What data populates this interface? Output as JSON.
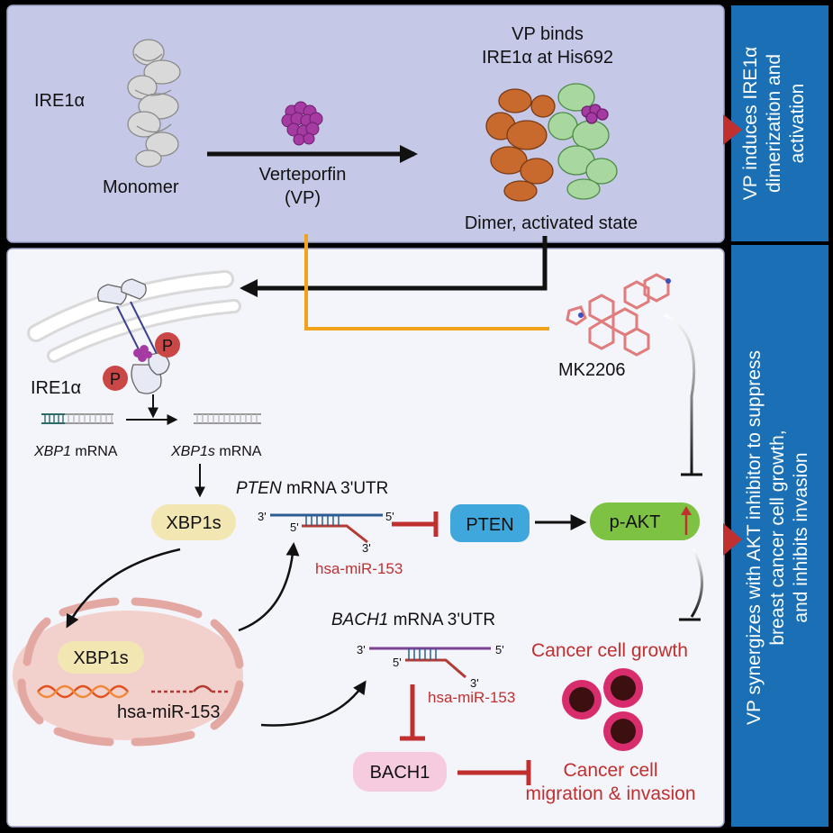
{
  "top_panel": {
    "monomer_label": "IRE1α",
    "monomer_caption": "Monomer",
    "drug_label_1": "Verteporfin",
    "drug_label_2": "(VP)",
    "binding_line_1": "VP binds",
    "binding_line_2": "IRE1α at His692",
    "dimer_caption": "Dimer, activated state"
  },
  "sidebar": {
    "top_lines": [
      "VP induces IRE1α",
      "dimerization and",
      "activation"
    ],
    "bottom_lines": [
      "VP synergizes with AKT inhibitor to suppress",
      "breast cancer cell growth,",
      "and inhibits invasion"
    ]
  },
  "bottom_panel": {
    "ire1_label": "IRE1α",
    "phospho": "P",
    "mk_label": "MK2206",
    "xbp1_mrna_gene": "XBP1",
    "xbp1_mrna_suffix": " mRNA",
    "xbp1s_mrna_gene": "XBP1s",
    "xbp1s_mrna_suffix": " mRNA",
    "pten_utr_gene": "PTEN",
    "pten_utr_suffix": " mRNA 3'UTR",
    "xbp1s_box": "XBP1s",
    "mir_label": "hsa-miR-153",
    "prime3": "3'",
    "prime5": "5'",
    "pten_box": "PTEN",
    "pakt_box": "p-AKT",
    "nucleus_xbp1s": "XBP1s",
    "nucleus_mir": "hsa-miR-153",
    "bach1_utr_gene": "BACH1",
    "bach1_utr_suffix": " mRNA 3'UTR",
    "growth_label": "Cancer cell growth",
    "bach1_box": "BACH1",
    "migration_line_1": "Cancer cell",
    "migration_line_2": "migration & invasion"
  },
  "colors": {
    "panel_bg": "#c5c8e6",
    "sidebar": "#1a6fb5",
    "inhibit_red": "#c0302e",
    "orange_line": "#f2a31c",
    "xbp1s_box": "#f2e6b3",
    "pten_box": "#3fa7dc",
    "pakt_box": "#7dc242",
    "bach1_box": "#f6cbe0",
    "nucleus": "#f2d0cc",
    "vp_purple": "#a53aa3"
  }
}
